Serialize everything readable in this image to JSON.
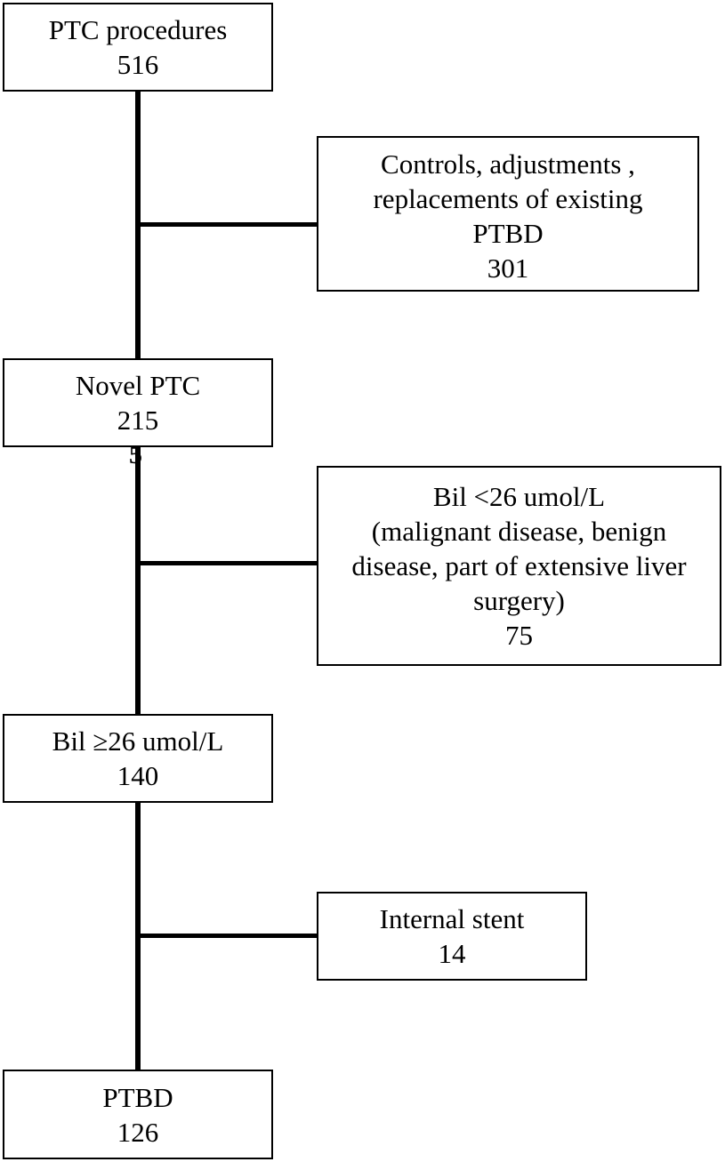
{
  "diagram": {
    "nodes": {
      "ptc_procedures": {
        "label": "PTC procedures",
        "count": "516"
      },
      "novel_ptc": {
        "label": "Novel PTC",
        "count": "215"
      },
      "bil_high": {
        "label": "Bil ≥26 umol/L",
        "count": "140"
      },
      "ptbd": {
        "label": "PTBD",
        "count": "126"
      }
    },
    "exclusions": {
      "controls": {
        "lines": [
          "Controls, adjustments ,",
          "replacements of existing",
          "PTBD"
        ],
        "count": "301"
      },
      "bil_low": {
        "lines": [
          "Bil <26 umol/L",
          "(malignant disease, benign",
          "disease, part of extensive liver",
          "surgery)"
        ],
        "count": "75"
      },
      "internal_stent": {
        "label": "Internal stent",
        "count": "14"
      }
    },
    "stray_mark": "5"
  }
}
